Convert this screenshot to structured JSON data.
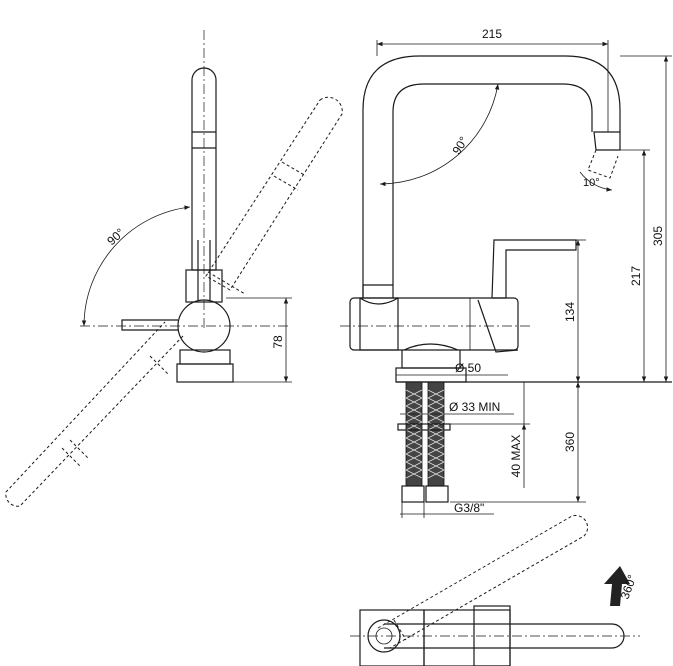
{
  "dimensions": {
    "width_top": "215",
    "total_height": "305",
    "spout_height": "217",
    "lever_height": "134",
    "side_base_height": "78",
    "below_counter": "360",
    "counter_max": "40 MAX",
    "base_diameter": "Ø 50",
    "hole_diameter": "Ø 33 MIN",
    "hose_thread": "G3/8\""
  },
  "angles": {
    "spout_swing": "90°",
    "lever_swing": "90°",
    "aerator_tilt": "10°",
    "rotation": "360°"
  }
}
